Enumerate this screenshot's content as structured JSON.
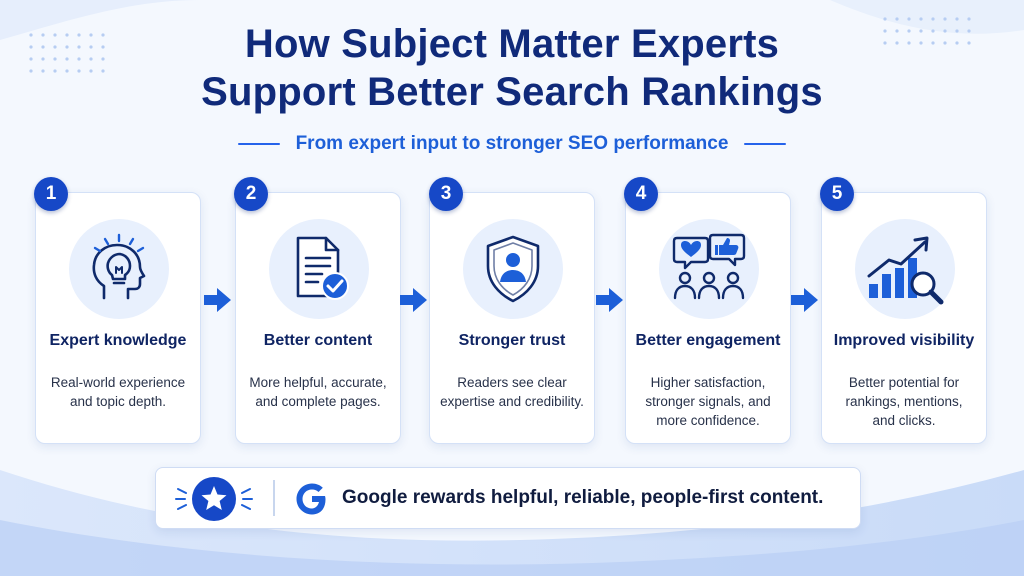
{
  "title_line1": "How Subject Matter Experts",
  "title_line2": "Support Better Search Rankings",
  "subtitle": "From expert input to stronger SEO performance",
  "steps": [
    {
      "number": "1",
      "title": "Expert knowledge",
      "desc_line1": "Real-world experience",
      "desc_line2": "and topic depth.",
      "desc_line3": "",
      "icon": "head-lightbulb-icon"
    },
    {
      "number": "2",
      "title": "Better content",
      "desc_line1": "More helpful, accurate,",
      "desc_line2": "and complete pages.",
      "desc_line3": "",
      "icon": "document-check-icon"
    },
    {
      "number": "3",
      "title": "Stronger trust",
      "desc_line1": "Readers see clear",
      "desc_line2": "expertise and credibility.",
      "desc_line3": "",
      "icon": "shield-user-icon"
    },
    {
      "number": "4",
      "title": "Better engagement",
      "desc_line1": "Higher satisfaction,",
      "desc_line2": "stronger signals, and",
      "desc_line3": "more confidence.",
      "icon": "people-feedback-icon"
    },
    {
      "number": "5",
      "title": "Improved visibility",
      "desc_line1": "Better potential for",
      "desc_line2": "rankings, mentions,",
      "desc_line3": "and clicks.",
      "icon": "chart-magnifier-icon"
    }
  ],
  "banner": {
    "text": "Google rewards helpful, reliable, people-first content.",
    "left_icon": "star-icon",
    "brand_icon": "google-g-icon"
  },
  "colors": {
    "title": "#102a7a",
    "accent": "#1d5fd8",
    "badge": "#1648c7",
    "card_border": "#d4e1f7",
    "icon_bg": "#e8f0fd"
  }
}
